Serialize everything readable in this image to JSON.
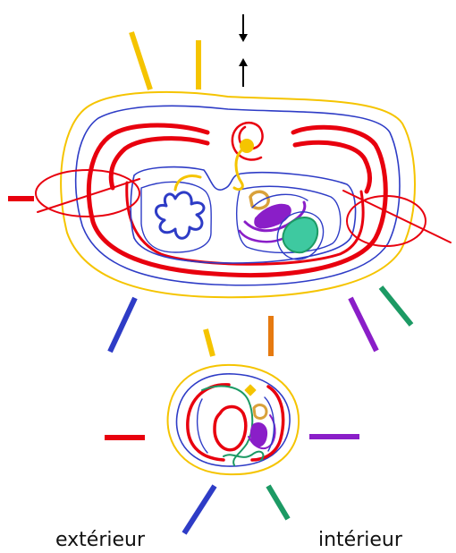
{
  "labels": {
    "exterior": "extérieur",
    "interior": "intérieur"
  },
  "colors": {
    "yellow": "#f5c400",
    "blue": "#2e3cc6",
    "red": "#e8000e",
    "purple": "#8a1ec8",
    "orange": "#e67a10",
    "green": "#1c9a64",
    "mint": "#3ec9a0",
    "tan": "#d9a13a",
    "black": "#000000"
  },
  "arrows": [
    "down-arrow",
    "up-arrow"
  ]
}
